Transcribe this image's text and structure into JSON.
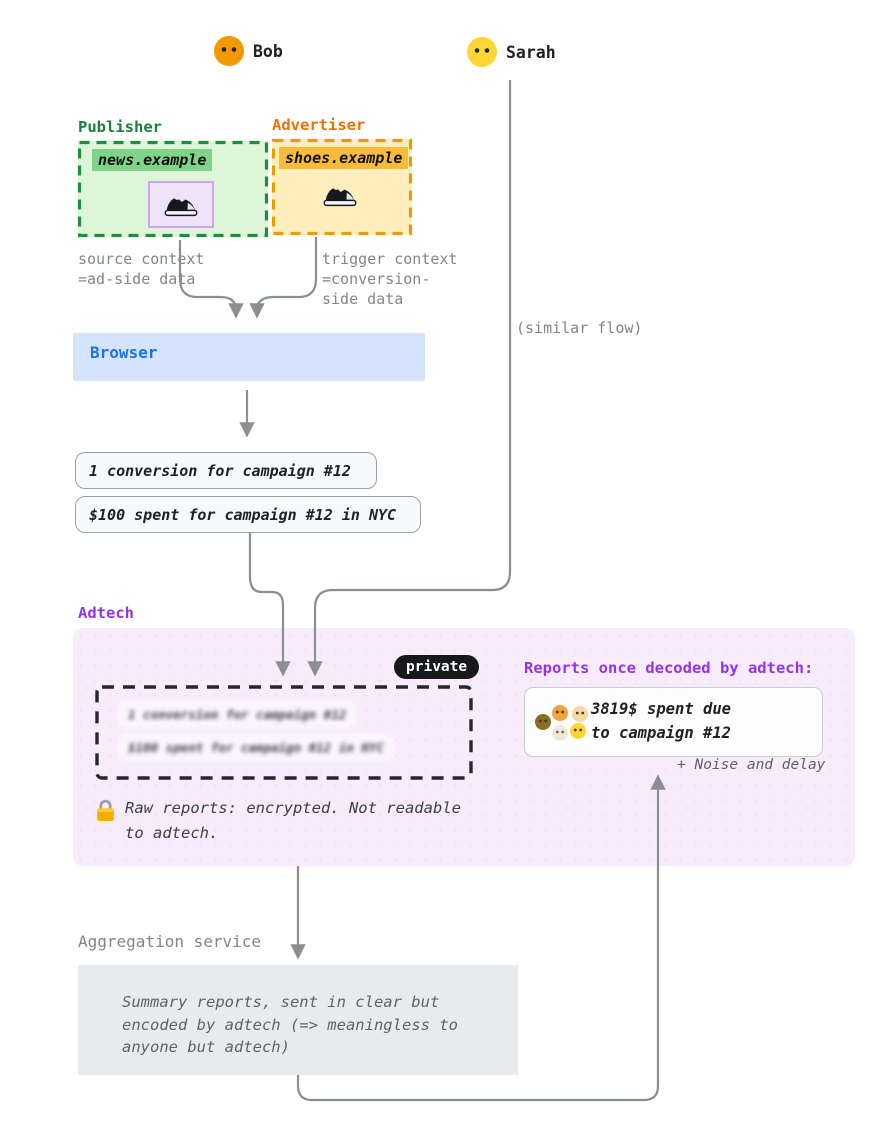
{
  "actors": {
    "bob": {
      "name": "Bob",
      "color": "#f29900"
    },
    "sarah": {
      "name": "Sarah",
      "color": "#fdd633"
    }
  },
  "publisher": {
    "label": "Publisher",
    "domain": "news.example",
    "accent": "#188038",
    "background": "#ddf6d8",
    "highlight": "#7fd489"
  },
  "advertiser": {
    "label": "Advertiser",
    "domain": "shoes.example",
    "accent": "#e8710a",
    "border": "#dfa106",
    "background": "#fdeebc",
    "highlight": "#f9bb3c"
  },
  "notes": {
    "source_context": [
      "source context",
      "=ad-side data"
    ],
    "trigger_context": [
      "trigger context",
      "=conversion-",
      "side data"
    ],
    "similar_flow": "(similar flow)"
  },
  "browser": {
    "label": "Browser",
    "accent": "#1a73e8",
    "background": "#d5e3fc"
  },
  "browser_reports": [
    "1 conversion for campaign #12",
    "$100 spent for campaign #12 in NYC"
  ],
  "adtech": {
    "label": "Adtech",
    "accent": "#9334e6",
    "background": "#f7ebfc",
    "private_badge": "private",
    "encrypted_reports": [
      "1 conversion for campaign #12",
      "$100 spent for campaign #12 in NYC"
    ],
    "lock_note": [
      "Raw reports: encrypted. Not readable",
      "to adtech."
    ],
    "decoded_heading": "Reports once decoded by adtech:",
    "decoded_report": [
      "3819$ spent due",
      "to campaign #12"
    ],
    "noise_note": "+ Noise and delay",
    "face_colors": [
      "#8a6d1e",
      "#f2a33c",
      "#f7d9a0",
      "#efe9da",
      "#fdd633"
    ]
  },
  "aggregation": {
    "label": "Aggregation service",
    "background": "#e8eaed",
    "summary": [
      "Summary reports, sent in clear but",
      "encoded by adtech (=> meaningless to",
      "anyone but adtech)"
    ]
  }
}
